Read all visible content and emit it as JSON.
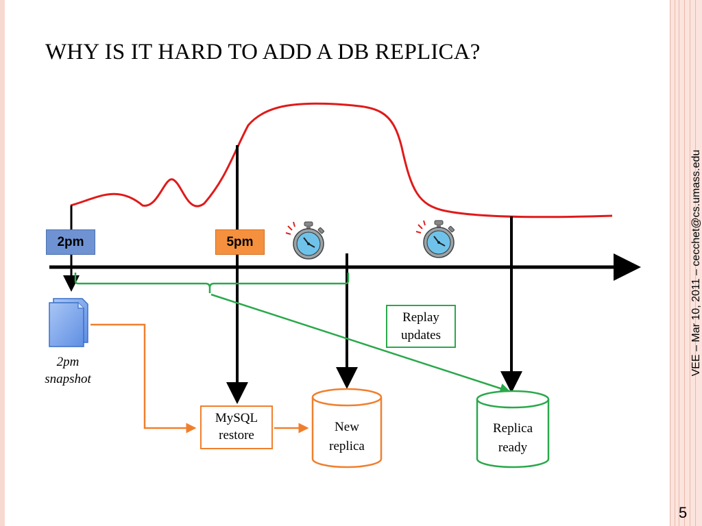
{
  "slide": {
    "title": "WHY IS IT HARD TO ADD A DB REPLICA?",
    "side_text": "VEE – Mar 10, 2011 – cecchet@cs.umass.edu",
    "page_number": "5"
  },
  "diagram": {
    "time_labels": {
      "t1": "2pm",
      "t2": "5pm"
    },
    "snapshot_label": {
      "line1": "2pm",
      "line2": "snapshot"
    },
    "replay_box": {
      "line1": "Replay",
      "line2": "updates"
    },
    "mysql_box": {
      "line1": "MySQL",
      "line2": "restore"
    },
    "new_replica": {
      "line1": "New",
      "line2": "replica"
    },
    "replica_ready": {
      "line1": "Replica",
      "line2": "ready"
    }
  },
  "colors": {
    "load_curve": "#e01a1a",
    "timeline": "#000000",
    "green_connector": "#2aa84a",
    "orange_connector": "#f07f2d",
    "label_2pm_fill": "#6f93d2",
    "label_5pm_fill": "#f5913e",
    "snapshot_doc": "#7ea7ec"
  },
  "icons": [
    "stopwatch-icon",
    "stopwatch-icon",
    "document-stack-icon"
  ]
}
